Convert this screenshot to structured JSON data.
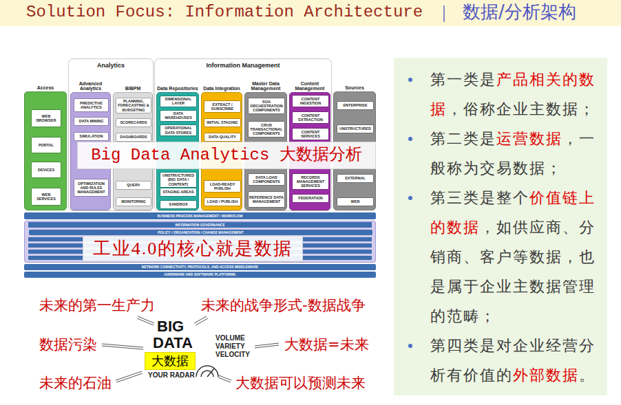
{
  "diagram": {
    "title": "Solution Focus: Information Architecture",
    "nodes": [
      {
        "text": [
          "Access"
        ]
      },
      {
        "text": [
          "WEB BROWSER"
        ],
        "in": 0
      },
      {
        "text": [
          "PORTAL"
        ],
        "in": 0
      },
      {
        "text": [
          "DEVICES"
        ],
        "in": 0
      },
      {
        "text": [
          "WEB SERVICES"
        ],
        "in": 0
      },
      {
        "text": [
          "Analytics"
        ]
      },
      {
        "text": [
          "Advanced Analytics"
        ],
        "in": 5
      },
      {
        "text": [
          "PREDICTIVE ANALYTICS"
        ],
        "in": 6
      },
      {
        "text": [
          "DATA MINING"
        ],
        "in": 6
      },
      {
        "text": [
          "SIMULATION"
        ],
        "in": 6
      },
      {
        "text": [
          "OPTIMIZATION AND RULES MANAGEMENT"
        ],
        "in": 6
      },
      {
        "text": [
          "BIBPM"
        ],
        "in": 5
      },
      {
        "text": [
          "PLANNING, FORECASTING & BUDGETING"
        ],
        "in": 11
      },
      {
        "text": [
          "SCORECARDS"
        ],
        "in": 11
      },
      {
        "text": [
          "DASHBOARDS"
        ],
        "in": 11
      },
      {
        "text": [
          "QUERY"
        ],
        "in": 11
      },
      {
        "text": [
          "MONITORING"
        ],
        "in": 11
      },
      {
        "text": [
          "Information Management"
        ]
      },
      {
        "text": [
          "Data Repositories"
        ],
        "in": 17
      },
      {
        "text": [
          "DIMENSIONAL LAYER"
        ],
        "in": 18
      },
      {
        "text": [
          "DATA WAREHOUSES"
        ],
        "in": 18
      },
      {
        "text": [
          "OPERATIONAL DATA STORES"
        ],
        "in": 18
      },
      {
        "text": [
          "UNSTRUCTURED (BIG DATA / CONTENT)"
        ],
        "in": 18
      },
      {
        "text": [
          "STAGING AREAS"
        ],
        "in": 18
      },
      {
        "text": [
          "SANDBOX"
        ],
        "in": 18
      },
      {
        "text": [
          "Data Integration"
        ],
        "in": 17
      },
      {
        "text": [
          "EXTRACT / SUBSCRIBE"
        ],
        "in": 25
      },
      {
        "text": [
          "INITIAL STAGING"
        ],
        "in": 25
      },
      {
        "text": [
          "DATA QUALITY"
        ],
        "in": 25
      },
      {
        "text": [
          "LOAD-READY PUBLISH"
        ],
        "in": 25
      },
      {
        "text": [
          "LOAD / PUBLISH"
        ],
        "in": 25
      },
      {
        "text": [
          "Master Data Management"
        ],
        "in": 17
      },
      {
        "text": [
          "SOA ORCHESTRATION COMPONENTS"
        ],
        "in": 31
      },
      {
        "text": [
          "CRUD TRANSACTIONAL COMPONENTS"
        ],
        "in": 31
      },
      {
        "text": [
          "DATA LOAD COMPONENTS"
        ],
        "in": 31
      },
      {
        "text": [
          "REFERENCE DATA MANAGEMENT"
        ],
        "in": 31
      },
      {
        "text": [
          "Content Management"
        ],
        "in": 17
      },
      {
        "text": [
          "CONTENT INGESTION"
        ],
        "in": 36
      },
      {
        "text": [
          "CONTENT EXTRACTION"
        ],
        "in": 36
      },
      {
        "text": [
          "CONTENT SERVICES"
        ],
        "in": 36
      },
      {
        "text": [
          "RECORDS MANAGEMENT SERVICES"
        ],
        "in": 36
      },
      {
        "text": [
          "FEDERATION"
        ],
        "in": 36
      },
      {
        "text": [
          "Sources"
        ]
      },
      {
        "text": [
          "ENTERPRISE"
        ],
        "in": 42
      },
      {
        "text": [
          "UNSTRUCTURED"
        ],
        "in": 42
      },
      {
        "text": [
          "EXTERNAL"
        ],
        "in": 42
      },
      {
        "text": [
          "WEB"
        ],
        "in": 42
      },
      {
        "text": [
          "BUSINESS PROCESS MANAGEMENT / WORKFLOW"
        ]
      },
      {
        "text": [
          "INFORMATION GOVERNANCE"
        ]
      },
      {
        "text": [
          "POLICY / ORGANIZATION / CHANGE MANAGEMENT"
        ],
        "in": 48
      },
      {
        "text": [
          "NETWORK CONNECTIVITY, PROTOCOLS, AND ACCESS MIDDLEWARE"
        ]
      },
      {
        "text": [
          "HARDWARE AND SOFTWARE PLATFORMS"
        ]
      },
      {
        "text": [
          "Big Data Analytics 大数据分析"
        ]
      },
      {
        "text": [
          "工业4.0的核心就是数据"
        ]
      },
      {
        "text": [
          "大数据"
        ]
      },
      {
        "text": [
          "第一类是",
          "产品相关的数据",
          "，俗称企业主数据；",
          "第二类是",
          "运营数据",
          "，一般称为交易数据；",
          "第三类是整个",
          "价值链上的数据",
          "，如供应商、分销商、客户等数据，也是属于企业主数据管理的范畴；",
          "第四类是对企业经营分析有价值的",
          "外部数据",
          "。"
        ]
      }
    ],
    "labels": [
      "数据/分析架构",
      "未来的第一生产力",
      "未来的战争形式-数据战争",
      "数据污染",
      "大数据=未来",
      "未来的石油",
      "大数据可以预测未来",
      "BIG",
      "DATA",
      "VOLUME",
      "VARIETY",
      "VELOCITY",
      "YOUR RADAR"
    ]
  }
}
